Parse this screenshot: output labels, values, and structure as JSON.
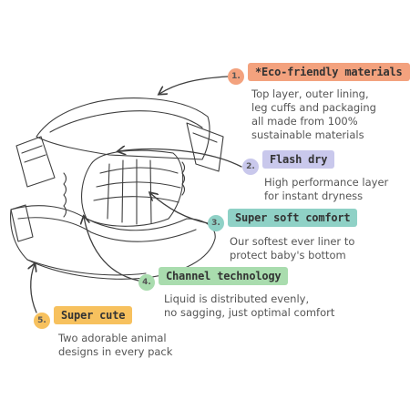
{
  "colors": {
    "orange": "#f3a27e",
    "lavender": "#c9c8ec",
    "teal": "#8fd1c6",
    "green": "#a9dcae",
    "yellow": "#f7c15e",
    "ink": "#3e3e3e"
  },
  "features": [
    {
      "number": "1.",
      "label": "*Eco-friendly materials",
      "description": [
        "Top layer, outer lining,",
        "leg cuffs and packaging",
        "all made from 100%",
        "sustainable materials"
      ]
    },
    {
      "number": "2.",
      "label": "Flash dry",
      "description": [
        "High performance layer",
        "for instant dryness"
      ]
    },
    {
      "number": "3.",
      "label": "Super soft comfort",
      "description": [
        "Our softest ever liner to",
        "protect baby's bottom"
      ]
    },
    {
      "number": "4.",
      "label": "Channel technology",
      "description": [
        "Liquid is distributed evenly,",
        "no sagging, just optimal comfort"
      ]
    },
    {
      "number": "5.",
      "label": "Super cute",
      "description": [
        "Two adorable animal",
        "designs in every pack"
      ]
    }
  ]
}
